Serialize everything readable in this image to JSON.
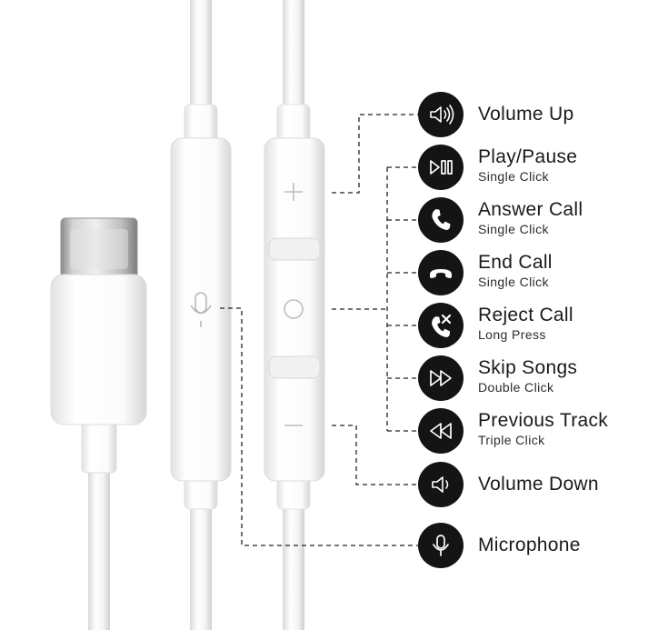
{
  "callouts": [
    {
      "icon": "volume-up-icon",
      "label": "Volume Up",
      "sub": ""
    },
    {
      "icon": "play-pause-icon",
      "label": "Play/Pause",
      "sub": "Single Click"
    },
    {
      "icon": "answer-call-icon",
      "label": "Answer Call",
      "sub": "Single Click"
    },
    {
      "icon": "end-call-icon",
      "label": "End Call",
      "sub": "Single Click"
    },
    {
      "icon": "reject-call-icon",
      "label": "Reject Call",
      "sub": "Long Press"
    },
    {
      "icon": "skip-songs-icon",
      "label": "Skip Songs",
      "sub": "Double Click"
    },
    {
      "icon": "previous-track-icon",
      "label": "Previous Track",
      "sub": "Triple Click"
    },
    {
      "icon": "volume-down-icon",
      "label": "Volume Down",
      "sub": ""
    },
    {
      "icon": "microphone-icon",
      "label": "Microphone",
      "sub": ""
    }
  ],
  "colors": {
    "disc": "#141414",
    "device": "#ffffff",
    "line": "#222222"
  }
}
